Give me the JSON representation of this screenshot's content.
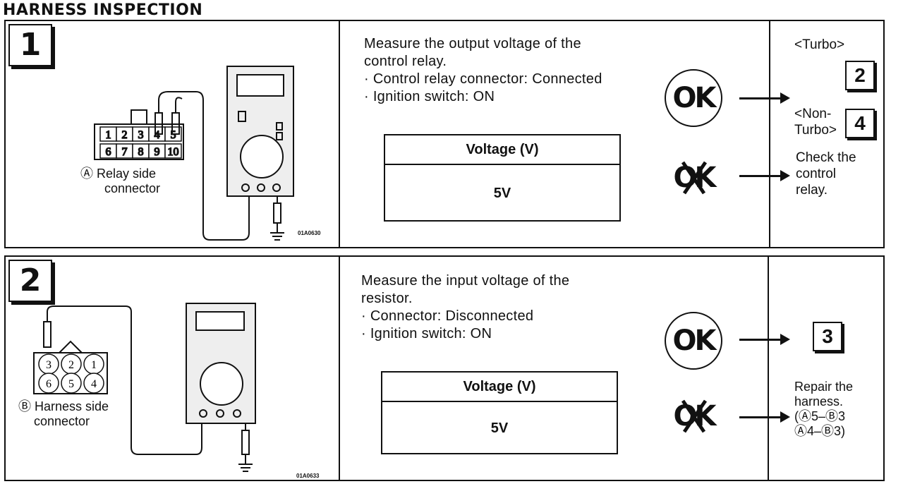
{
  "page_title": "HARNESS INSPECTION",
  "steps": [
    {
      "number": "1",
      "connector_pins_top": [
        "1",
        "2",
        "3",
        "4",
        "5"
      ],
      "connector_pins_bottom": [
        "6",
        "7",
        "8",
        "9",
        "10"
      ],
      "connector_label_symbol": "Ⓐ",
      "connector_label": "Relay side",
      "connector_label2": "connector",
      "figure_code": "01A0630",
      "instruction_line1": "Measure the output voltage of the",
      "instruction_line2": "control relay.",
      "condition1": "· Control relay connector: Connected",
      "condition2": "· Ignition switch: ON",
      "table_header": "Voltage (V)",
      "table_value": "5V",
      "ok_label": "OK",
      "ng_label": "OK",
      "ok_turbo_label": "<Turbo>",
      "ok_turbo_target": "2",
      "ok_nonturbo_label1": "<Non-",
      "ok_nonturbo_label2": "Turbo>",
      "ok_nonturbo_target": "4",
      "ng_action1": "Check the",
      "ng_action2": "control",
      "ng_action3": "relay."
    },
    {
      "number": "2",
      "connector_pins_top": [
        "3",
        "2",
        "1"
      ],
      "connector_pins_bottom": [
        "6",
        "5",
        "4"
      ],
      "connector_label_symbol": "Ⓑ",
      "connector_label": "Harness side",
      "connector_label2": "connector",
      "figure_code": "01A0633",
      "instruction_line1": "Measure the input voltage of the",
      "instruction_line2": "resistor.",
      "condition1": "· Connector: Disconnected",
      "condition2": "· Ignition switch: ON",
      "table_header": "Voltage (V)",
      "table_value": "5V",
      "ok_label": "OK",
      "ng_label": "OK",
      "ok_target": "3",
      "ng_action1": "Repair the",
      "ng_action2": "harness.",
      "ng_action3": "(Ⓐ5–Ⓑ3",
      "ng_action4": "Ⓐ4–Ⓑ3)"
    }
  ]
}
